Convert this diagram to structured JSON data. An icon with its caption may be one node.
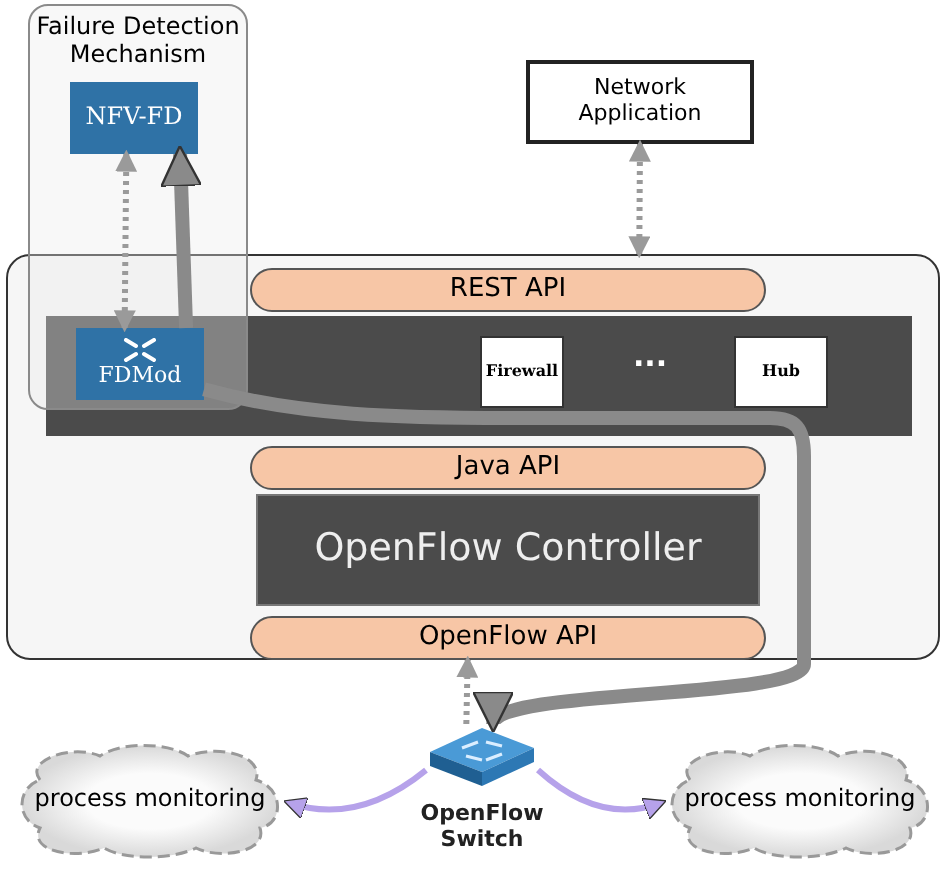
{
  "diagram": {
    "nodes": [
      {
        "text": [
          "Failure Detection Mechanism"
        ]
      },
      {
        "text": [
          "NFV-FD"
        ],
        "in": 0
      },
      {
        "text": [
          "Network Application"
        ]
      },
      {
        "text": [],
        "shape": "box"
      },
      {
        "text": [
          "REST API"
        ],
        "in": 3
      },
      {
        "text": [],
        "shape": "bar",
        "in": 3
      },
      {
        "text": [
          "FDMod"
        ]
      },
      {
        "text": [
          "Firewall"
        ],
        "in": 5
      },
      {
        "text": [
          "Hub"
        ],
        "in": 5
      },
      {
        "text": [
          "Java API"
        ],
        "in": 3
      },
      {
        "text": [
          "OpenFlow Controller"
        ],
        "in": 3
      },
      {
        "text": [
          "OpenFlow API"
        ],
        "in": 3
      },
      {
        "text": [],
        "shape": "box",
        "beside": [
          "OpenFlow Switch"
        ]
      },
      {
        "text": [
          "process monitoring"
        ]
      },
      {
        "text": [
          "process monitoring"
        ]
      }
    ],
    "edges": [
      {
        "from": 1,
        "to": 6,
        "arrow": "both",
        "style": "dashed"
      },
      {
        "from": 2,
        "to": 3,
        "arrow": "both",
        "style": "dashed"
      },
      {
        "from": 6,
        "to": 1,
        "arrow": "to",
        "style": "thick",
        "color": "#8a8a8a"
      },
      {
        "from": 6,
        "to": 12,
        "arrow": "to",
        "style": "thick",
        "color": "#8a8a8a"
      },
      {
        "from": 12,
        "to": 3,
        "arrow": "to",
        "style": "dashed"
      },
      {
        "from": 12,
        "to": 13,
        "arrow": "to",
        "color": "#b6a2ea"
      },
      {
        "from": 12,
        "to": 14,
        "arrow": "to",
        "color": "#b6a2ea"
      }
    ],
    "labels": [
      "..."
    ]
  }
}
